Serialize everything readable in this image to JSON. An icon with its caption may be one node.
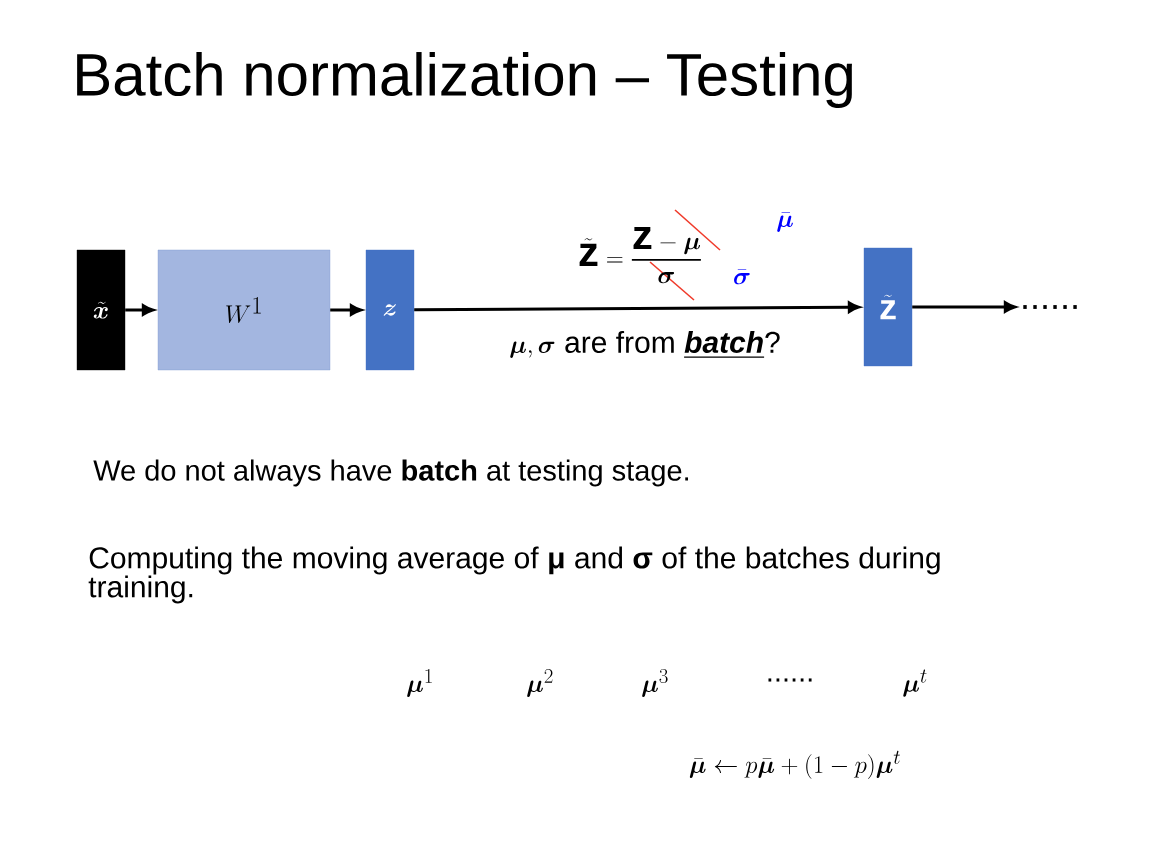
{
  "diagram": {
    "title": "Batch normalization – Testing",
    "nodes": [
      {
        "text": [
          "\\tilde{\\boldsymbol{x}}"
        ]
      },
      {
        "text": [
          "W^1"
        ]
      },
      {
        "text": [
          "\\boldsymbol{z}"
        ]
      },
      {
        "text": [
          "\\tilde{\\mathbf{z}}"
        ]
      },
      {
        "text": [
          "......"
        ]
      }
    ],
    "edges": [
      {
        "from": 0,
        "to": 1,
        "arrow": "to"
      },
      {
        "from": 1,
        "to": 2,
        "arrow": "to"
      },
      {
        "from": 2,
        "to": 3,
        "arrow": "to"
      },
      {
        "from": 3,
        "to": 4,
        "arrow": "to"
      }
    ],
    "labels": [
      "\\tilde{\\mathbf{z}} = \\frac{\\mathbf{z} - \\boldsymbol{\\mu}}{\\boldsymbol{\\sigma}}",
      "\\bar{\\boldsymbol{\\mu}}",
      "\\bar{\\boldsymbol{\\sigma}}",
      "\\boldsymbol{\\mu}, \\boldsymbol{\\sigma}\\text{ are from }\\underline{\\textbf{\\textit{batch}}}\\text{?}",
      "We do not always have **batch** at testing stage.",
      "Computing the moving average of **μ** and **σ** of the batches during training.",
      "\\boldsymbol{\\mu}^1",
      "\\boldsymbol{\\mu}^2",
      "\\boldsymbol{\\mu}^3",
      "......",
      "\\boldsymbol{\\mu}^t",
      "\\bar{\\boldsymbol{\\mu}} \\leftarrow p\\bar{\\boldsymbol{\\mu}} + (1 - p)\\boldsymbol{\\mu}^t"
    ]
  }
}
